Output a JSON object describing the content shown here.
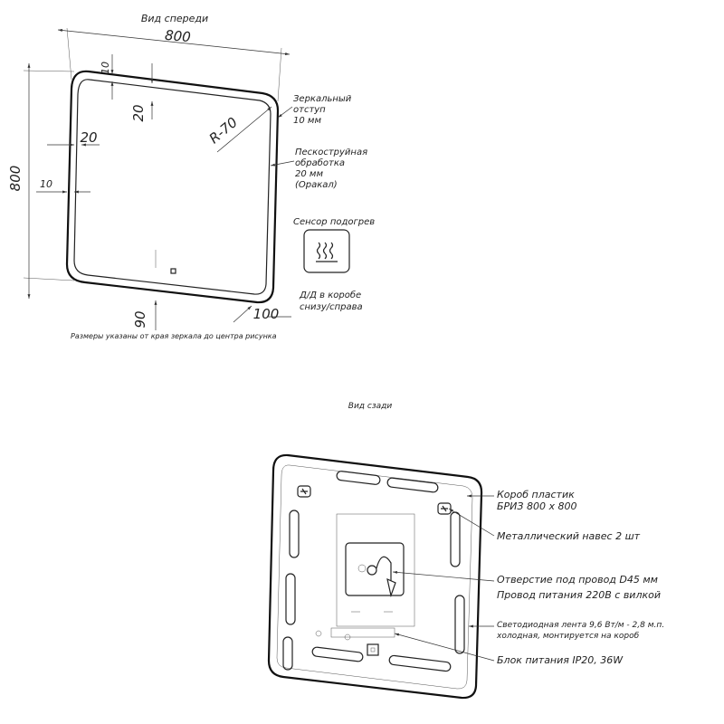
{
  "front": {
    "title": "Вид спереди",
    "dim_width": "800",
    "dim_height": "800",
    "dim_10_top": "10",
    "dim_20_top": "20",
    "dim_radius": "R-70",
    "dim_20_left": "20",
    "dim_10_left": "10",
    "dim_90": "90",
    "dim_100": "100",
    "callouts": [
      "Зеркальный",
      "отступ",
      "10 мм",
      "Пескоструйная",
      "обработка",
      "20 мм",
      "(Оракал)",
      "Сенсор подогрев",
      "Д/Д в коробе",
      "снизу/справа"
    ],
    "note": "Размеры указаны от края зеркала до центра рисунка"
  },
  "back": {
    "title": "Вид сзади",
    "callouts": [
      "Короб пластик",
      "БРИЗ 800 х 800",
      "Металлический навес 2 шт",
      "Отверстие под провод D45 мм",
      "Провод питания 220В с вилкой",
      "Светодиодная лента 9,6 Вт/м - 2,8 м.п.",
      "холодная, монтируется на короб",
      "Блок питания IP20, 36W"
    ]
  }
}
